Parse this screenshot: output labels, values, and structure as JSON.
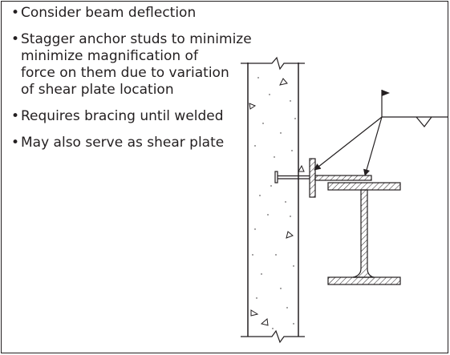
{
  "notes": [
    {
      "lines": [
        "Consider beam deflection"
      ]
    },
    {
      "lines": [
        "Stagger anchor studs to minimize",
        "minimize magnification of",
        "force on them due to variation",
        "of shear plate location"
      ]
    },
    {
      "lines": [
        "Requires bracing until welded"
      ]
    },
    {
      "lines": [
        "May also serve as shear plate"
      ]
    }
  ],
  "bullet": "•",
  "colors": {
    "ink": "#231f20",
    "background": "#ffffff"
  }
}
